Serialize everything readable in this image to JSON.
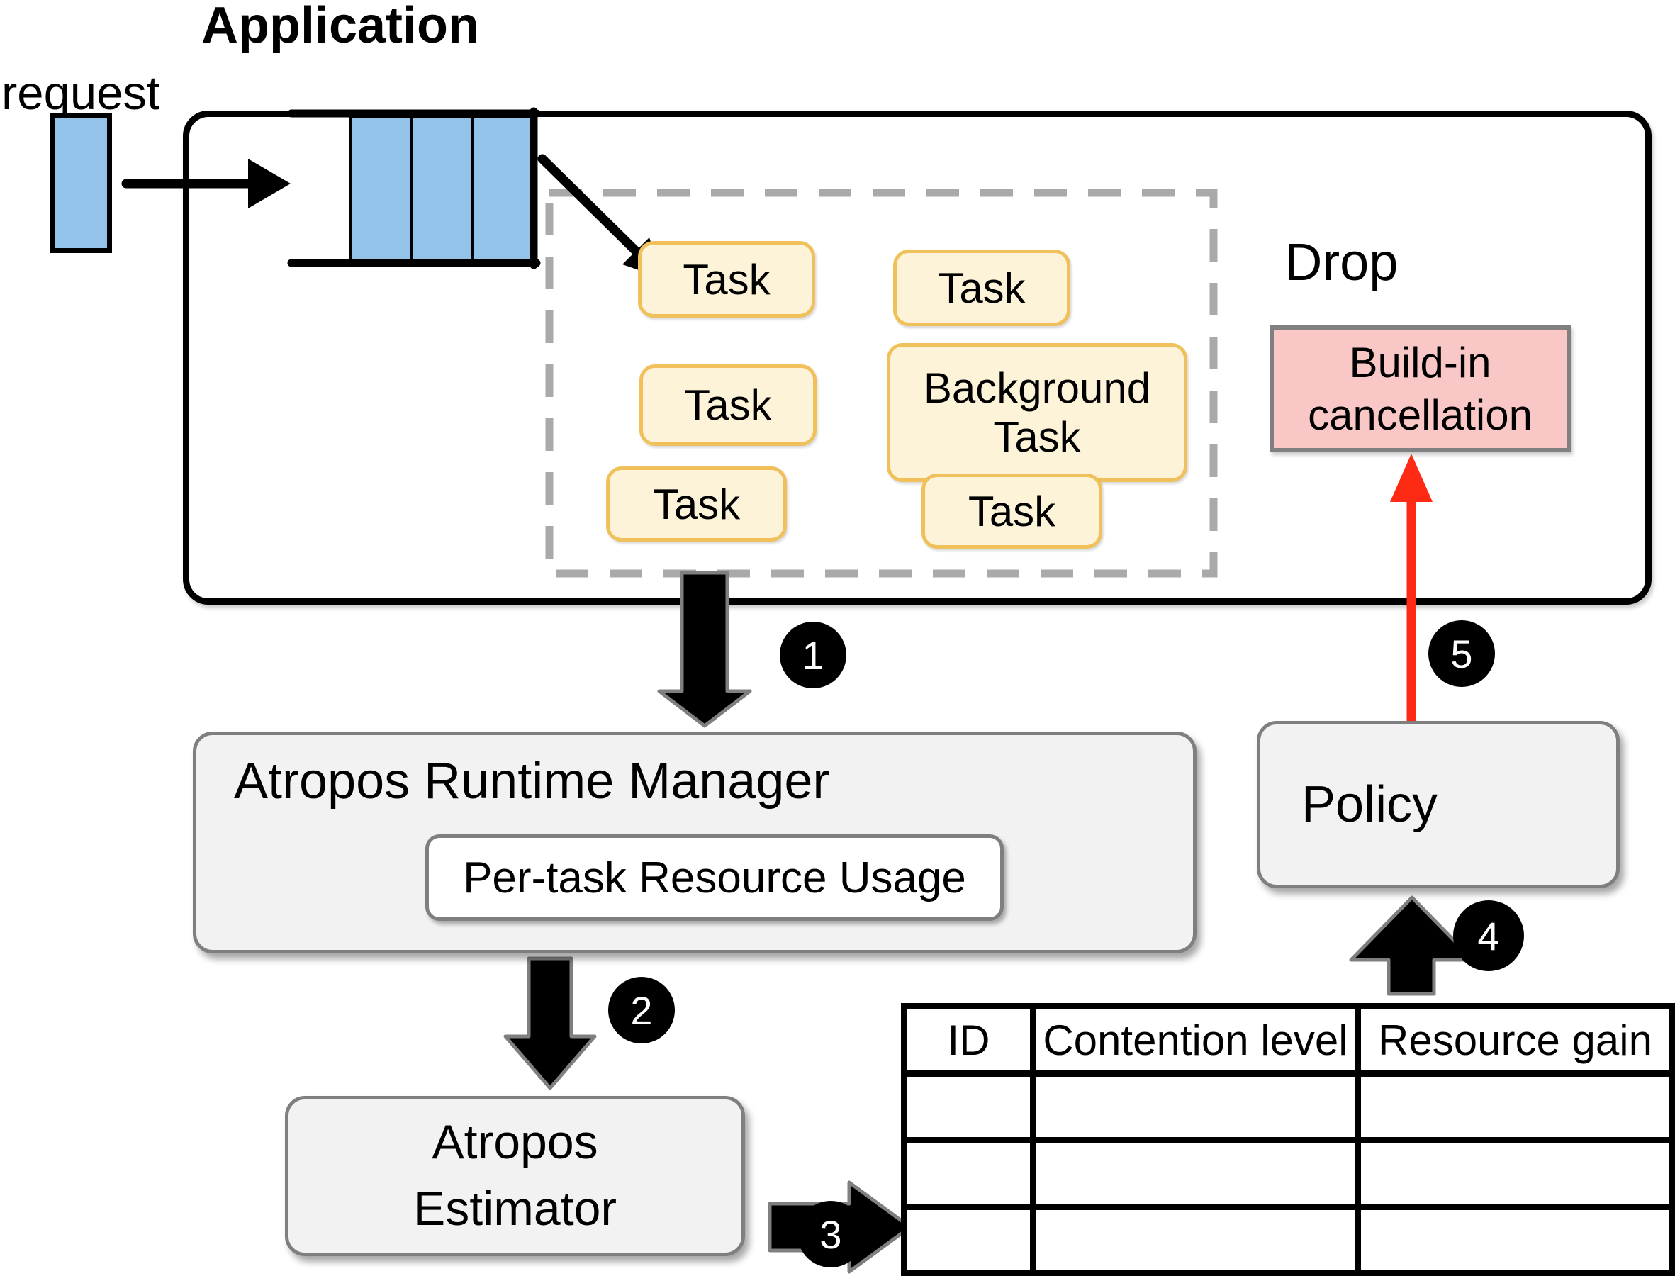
{
  "application": {
    "title": "Application"
  },
  "request": {
    "label": "request"
  },
  "task_pool": {
    "tasks": [
      "Task",
      "Task",
      "Task",
      "Background Task",
      "Task",
      "Task"
    ]
  },
  "drop": {
    "label": "Drop",
    "builtin_cancellation": "Build-in cancellation"
  },
  "flow_steps": {
    "step1": "1",
    "step2": "2",
    "step3": "3",
    "step4": "4",
    "step5": "5"
  },
  "runtime_manager": {
    "title": "Atropos Runtime Manager",
    "usage_box": "Per-task Resource Usage"
  },
  "estimator": {
    "line1": "Atropos",
    "line2": "Estimator"
  },
  "policy": {
    "label": "Policy"
  },
  "table": {
    "headers": [
      "ID",
      "Contention level",
      "Resource gain"
    ],
    "rows": [
      [
        "",
        "",
        ""
      ],
      [
        "",
        "",
        ""
      ],
      [
        "",
        "",
        ""
      ]
    ]
  },
  "colors": {
    "queue_blue": "#93C3E9",
    "task_fill": "#FCF3D9",
    "task_border": "#F0C05A",
    "drop_fill": "#FAC7C7",
    "panel_fill": "#F2F2F2",
    "panel_border": "#7F7F7F",
    "red_arrow": "#FF2A14",
    "dash_gray": "#A9A9A9"
  }
}
